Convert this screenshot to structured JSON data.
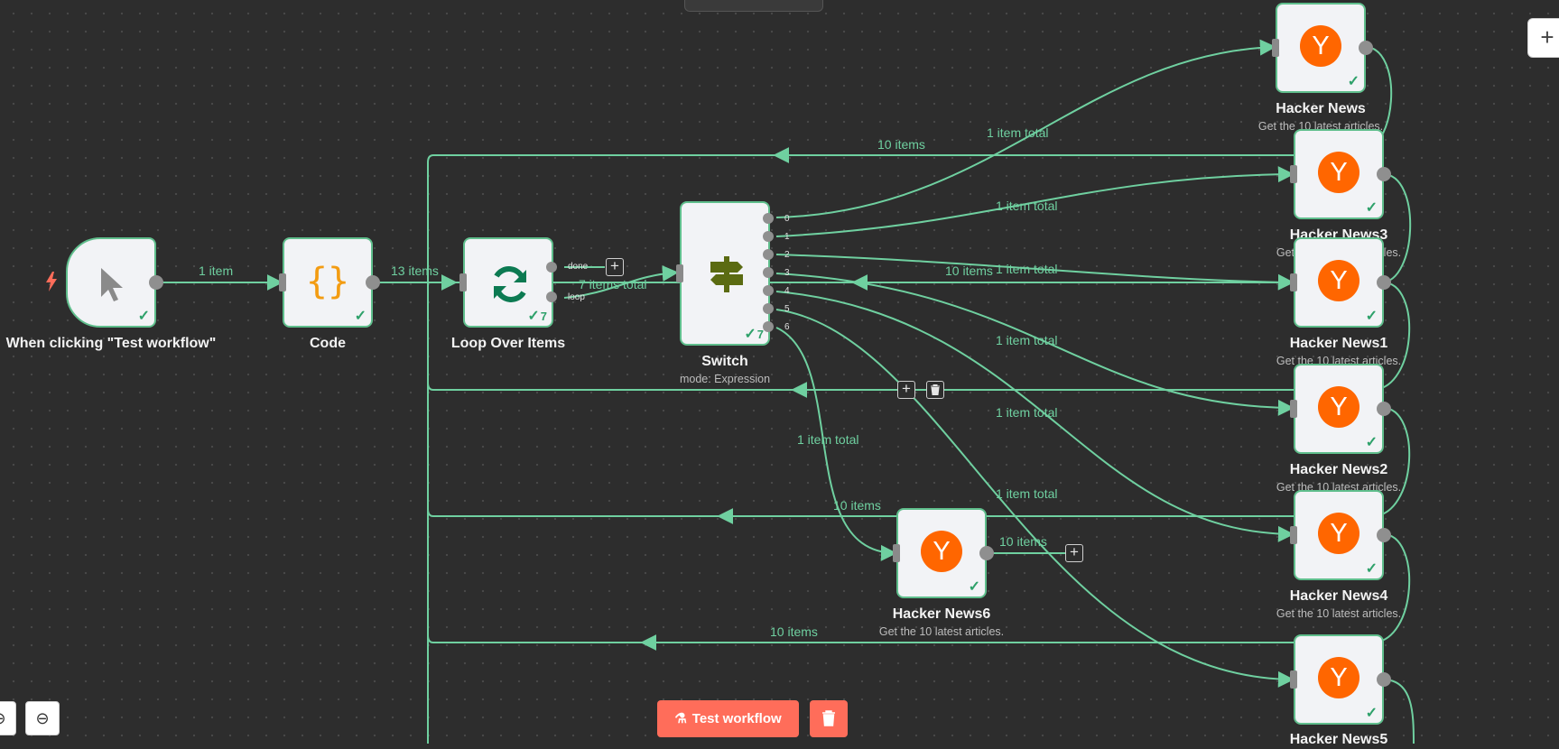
{
  "nodes": {
    "trigger": {
      "title": "When clicking \"Test workflow\"",
      "icon": "pointer-icon"
    },
    "code": {
      "title": "Code",
      "icon_glyph": "{}"
    },
    "loop": {
      "title": "Loop Over Items",
      "count": "7",
      "ports": {
        "done": "done",
        "loop": "loop"
      }
    },
    "switch": {
      "title": "Switch",
      "subtitle": "mode: Expression",
      "count": "7",
      "outputs": [
        "0",
        "1",
        "2",
        "3",
        "4",
        "5",
        "6"
      ]
    },
    "hn": {
      "title": "Hacker News",
      "subtitle": "Get the 10 latest articles."
    },
    "hn3": {
      "title": "Hacker News3",
      "subtitle": "Get the 10 latest articles."
    },
    "hn1": {
      "title": "Hacker News1",
      "subtitle": "Get the 10 latest articles."
    },
    "hn2": {
      "title": "Hacker News2",
      "subtitle": "Get the 10 latest articles."
    },
    "hn4": {
      "title": "Hacker News4",
      "subtitle": "Get the 10 latest articles."
    },
    "hn5": {
      "title": "Hacker News5"
    },
    "hn6": {
      "title": "Hacker News6",
      "subtitle": "Get the 10 latest articles."
    },
    "hn_glyph": "Y"
  },
  "edge_labels": {
    "trigger_code": "1 item",
    "code_loop": "13 items",
    "loop_switch": "7 items total",
    "out_hn": "1 item total",
    "out_hn3": "1 item total",
    "out_hn1": "1 item total",
    "out_hn2": "1 item total",
    "out_hn4": "1 item total",
    "out_hn6": "1 item total",
    "back_hn": "10 items",
    "back_hn1": "10 items",
    "back_hn4": "10 items",
    "into_hn6": "10 items",
    "hn6_out": "10 items"
  },
  "toolbar": {
    "test_label": "Test workflow",
    "add_glyph": "+",
    "zoom_in_glyph": "⊕",
    "zoom_out_glyph": "⊖"
  },
  "colors": {
    "edge": "#6fd0a0",
    "node_border": "#5fbe8c",
    "accent": "#ff6d5a",
    "hn_orange": "#ff6600",
    "success": "#2ea16a"
  }
}
